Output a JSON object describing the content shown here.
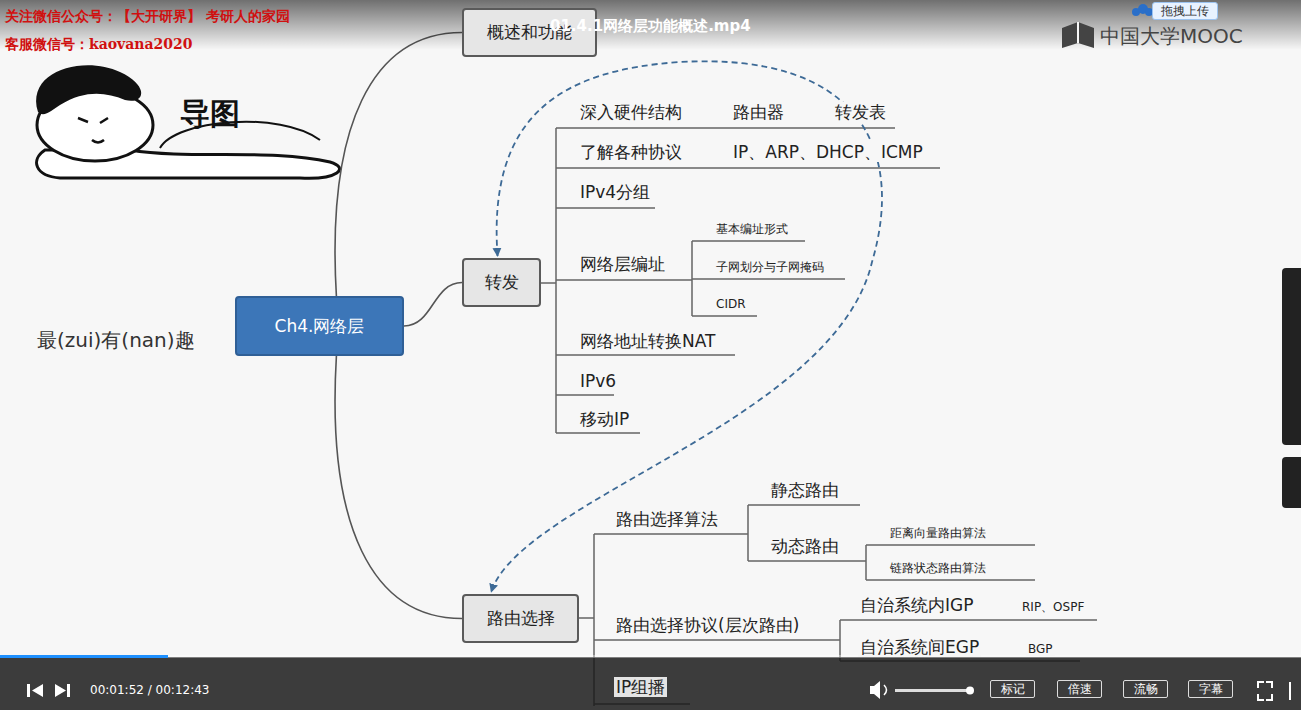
{
  "diagram": {
    "nodes": [
      {
        "text": [
          "Ch4.网络层"
        ]
      },
      {
        "text": [
          "概述和功能"
        ]
      },
      {
        "text": [
          "转发"
        ]
      },
      {
        "text": [
          "路由选择"
        ]
      }
    ],
    "edges": [
      {
        "from": 0,
        "to": 1,
        "arrow": "none"
      },
      {
        "from": 0,
        "to": 2,
        "arrow": "none"
      },
      {
        "from": 0,
        "to": 3,
        "arrow": "none"
      },
      {
        "from": 2,
        "to": 3,
        "arrow": "both"
      }
    ],
    "labels": [
      "关注微信公众号：【大开研界】 考研人的家园",
      "客服微信号：kaovana2020",
      "01.4.1网络层功能概述.mp4",
      "中国大学MOOC",
      "拖拽上传",
      "导图",
      "最(zui)有(nan)趣",
      "深入硬件结构",
      "路由器",
      "转发表",
      "了解各种协议",
      "IP、ARP、DHCP、ICMP",
      "IPv4分组",
      "网络层编址",
      "基本编址形式",
      "子网划分与子网掩码",
      "CIDR",
      "网络地址转换NAT",
      "IPv6",
      "移动IP",
      "路由选择算法",
      "静态路由",
      "动态路由",
      "距离向量路由算法",
      "链路状态路由算法",
      "路由选择协议(层次路由)",
      "自治系统内IGP",
      "RIP、OSPF",
      "自治系统间EGP",
      "BGP",
      "IP组播",
      "00:01:52 / 00:12:43",
      "标记",
      "倍速",
      "流畅",
      "字幕"
    ]
  }
}
